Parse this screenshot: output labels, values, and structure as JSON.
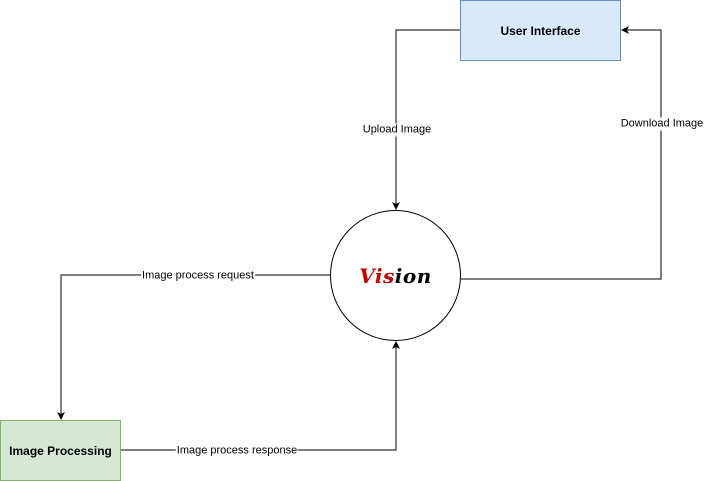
{
  "nodes": {
    "user_interface": "User Interface",
    "image_processing": "Image Processing",
    "vision": {
      "red_part": "Vis",
      "black_part": "ion"
    }
  },
  "edges": {
    "upload_image": "Upload Image",
    "download_image": "Download Image",
    "image_process_request": "Image process request",
    "image_process_response": "Image process response"
  },
  "colors": {
    "user_interface_fill": "#dae8fc",
    "user_interface_stroke": "#6c8ebf",
    "image_processing_fill": "#d5e8d4",
    "image_processing_stroke": "#82b366",
    "logo_accent": "#c00000"
  }
}
